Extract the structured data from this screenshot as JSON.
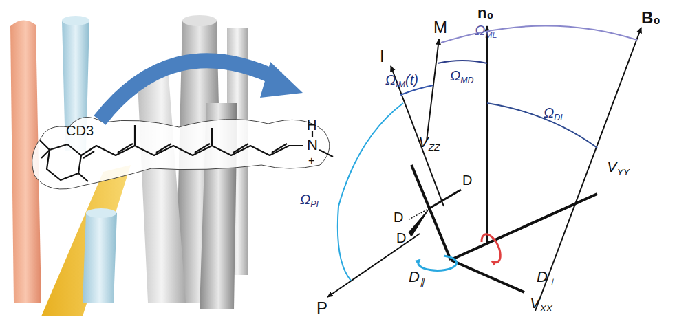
{
  "diagram": {
    "labels": [
      "CD3",
      "H",
      "N",
      "+",
      "I",
      "M",
      "n₀",
      "B₀",
      "ΩML",
      "ΩMD",
      "ΩIM(t)",
      "ΩDL",
      "ΩPI",
      "P",
      "VZZ",
      "VYY",
      "VXX",
      "D",
      "D",
      "D",
      "D∥",
      "D⊥"
    ]
  }
}
